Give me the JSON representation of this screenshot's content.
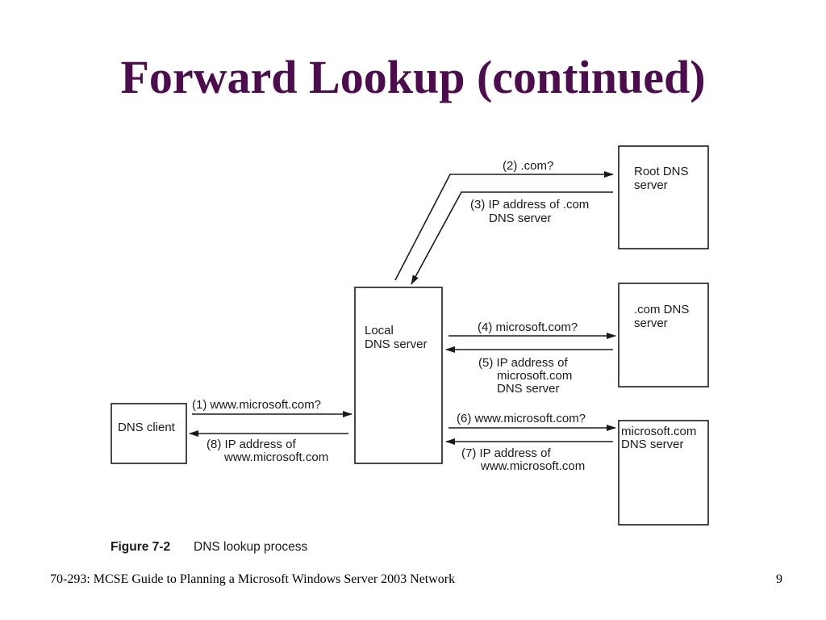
{
  "slide": {
    "title": "Forward Lookup (continued)",
    "footer": "70-293: MCSE Guide to Planning a Microsoft Windows Server 2003 Network",
    "page_number": "9"
  },
  "diagram": {
    "nodes": {
      "root": [
        "Root DNS",
        "server"
      ],
      "com": [
        ".com DNS",
        "server"
      ],
      "microsoft": [
        "microsoft.com",
        "DNS server"
      ],
      "local": [
        "Local",
        "DNS server"
      ],
      "client": [
        "DNS client"
      ]
    },
    "steps": {
      "s1": [
        "(1) www.microsoft.com?"
      ],
      "s2": [
        "(2) .com?"
      ],
      "s3": [
        "(3) IP address of .com",
        "DNS server"
      ],
      "s4": [
        "(4) microsoft.com?"
      ],
      "s5": [
        "(5) IP address of",
        "microsoft.com",
        "DNS server"
      ],
      "s6": [
        "(6) www.microsoft.com?"
      ],
      "s7": [
        "(7) IP address of",
        "www.microsoft.com"
      ],
      "s8": [
        "(8) IP address of",
        "www.microsoft.com"
      ]
    },
    "caption": {
      "label": "Figure 7-2",
      "text": "DNS lookup process"
    },
    "colors": {
      "title": "#4d0c4e",
      "line": "#1a1a1a"
    }
  }
}
